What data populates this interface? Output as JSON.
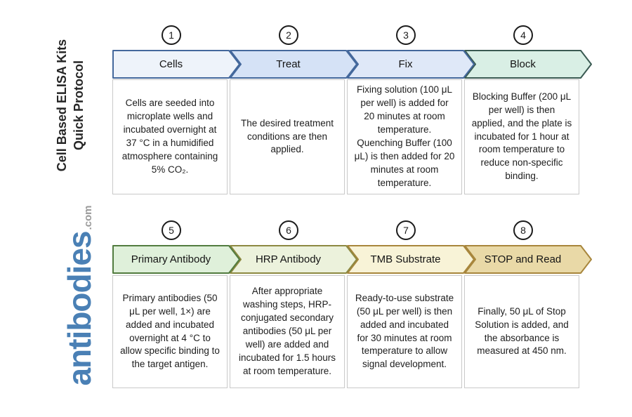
{
  "page": {
    "background": "#ffffff"
  },
  "sidebar": {
    "title_line1": "Cell Based ELISA Kits",
    "title_line2": "Quick Protocol",
    "logo_text": "antibodies",
    "logo_suffix": ".com",
    "logo_color": "#4a80b5",
    "logo_suffix_color": "#9a9a9a"
  },
  "steps": [
    {
      "number": "1",
      "label": "Cells",
      "fill": "#eef3fa",
      "border": "#44689c",
      "description": "Cells are seeded into microplate wells and incubated overnight at 37 °C in a humidified atmosphere containing 5% CO₂."
    },
    {
      "number": "2",
      "label": "Treat",
      "fill": "#d5e2f6",
      "border": "#44689c",
      "description": "The desired treatment conditions are then applied."
    },
    {
      "number": "3",
      "label": "Fix",
      "fill": "#dfe8f8",
      "border": "#44689c",
      "description": "Fixing solution (100 μL per well) is added for 20 minutes at room temperature. Quenching Buffer (100 μL) is then added for 20 minutes at room temperature."
    },
    {
      "number": "4",
      "label": "Block",
      "fill": "#d9efe5",
      "border": "#3a5a52",
      "description": "Blocking Buffer (200 μL per well) is then applied, and the plate is incubated for 1 hour at room temperature to reduce non-specific binding."
    },
    {
      "number": "5",
      "label": "Primary Antibody",
      "fill": "#dff0da",
      "border": "#527c3f",
      "description": "Primary antibodies (50 μL per well, 1×) are added and incubated overnight at 4 °C to allow specific binding to the target antigen."
    },
    {
      "number": "6",
      "label": "HRP Antibody",
      "fill": "#ecf2dc",
      "border": "#8d8941",
      "description": "After appropriate washing steps, HRP-conjugated secondary antibodies (50 μL per well) are added and incubated for 1.5 hours at room temperature."
    },
    {
      "number": "7",
      "label": "TMB Substrate",
      "fill": "#f8f3d7",
      "border": "#a8863c",
      "description": "Ready-to-use substrate (50 μL per well) is then added and incubated for 30 minutes at room temperature to allow signal development."
    },
    {
      "number": "8",
      "label": "STOP and Read",
      "fill": "#e9d9a7",
      "border": "#a8863c",
      "description": "Finally, 50 μL of Stop Solution is added, and the absorbance is measured at 450 nm."
    }
  ]
}
